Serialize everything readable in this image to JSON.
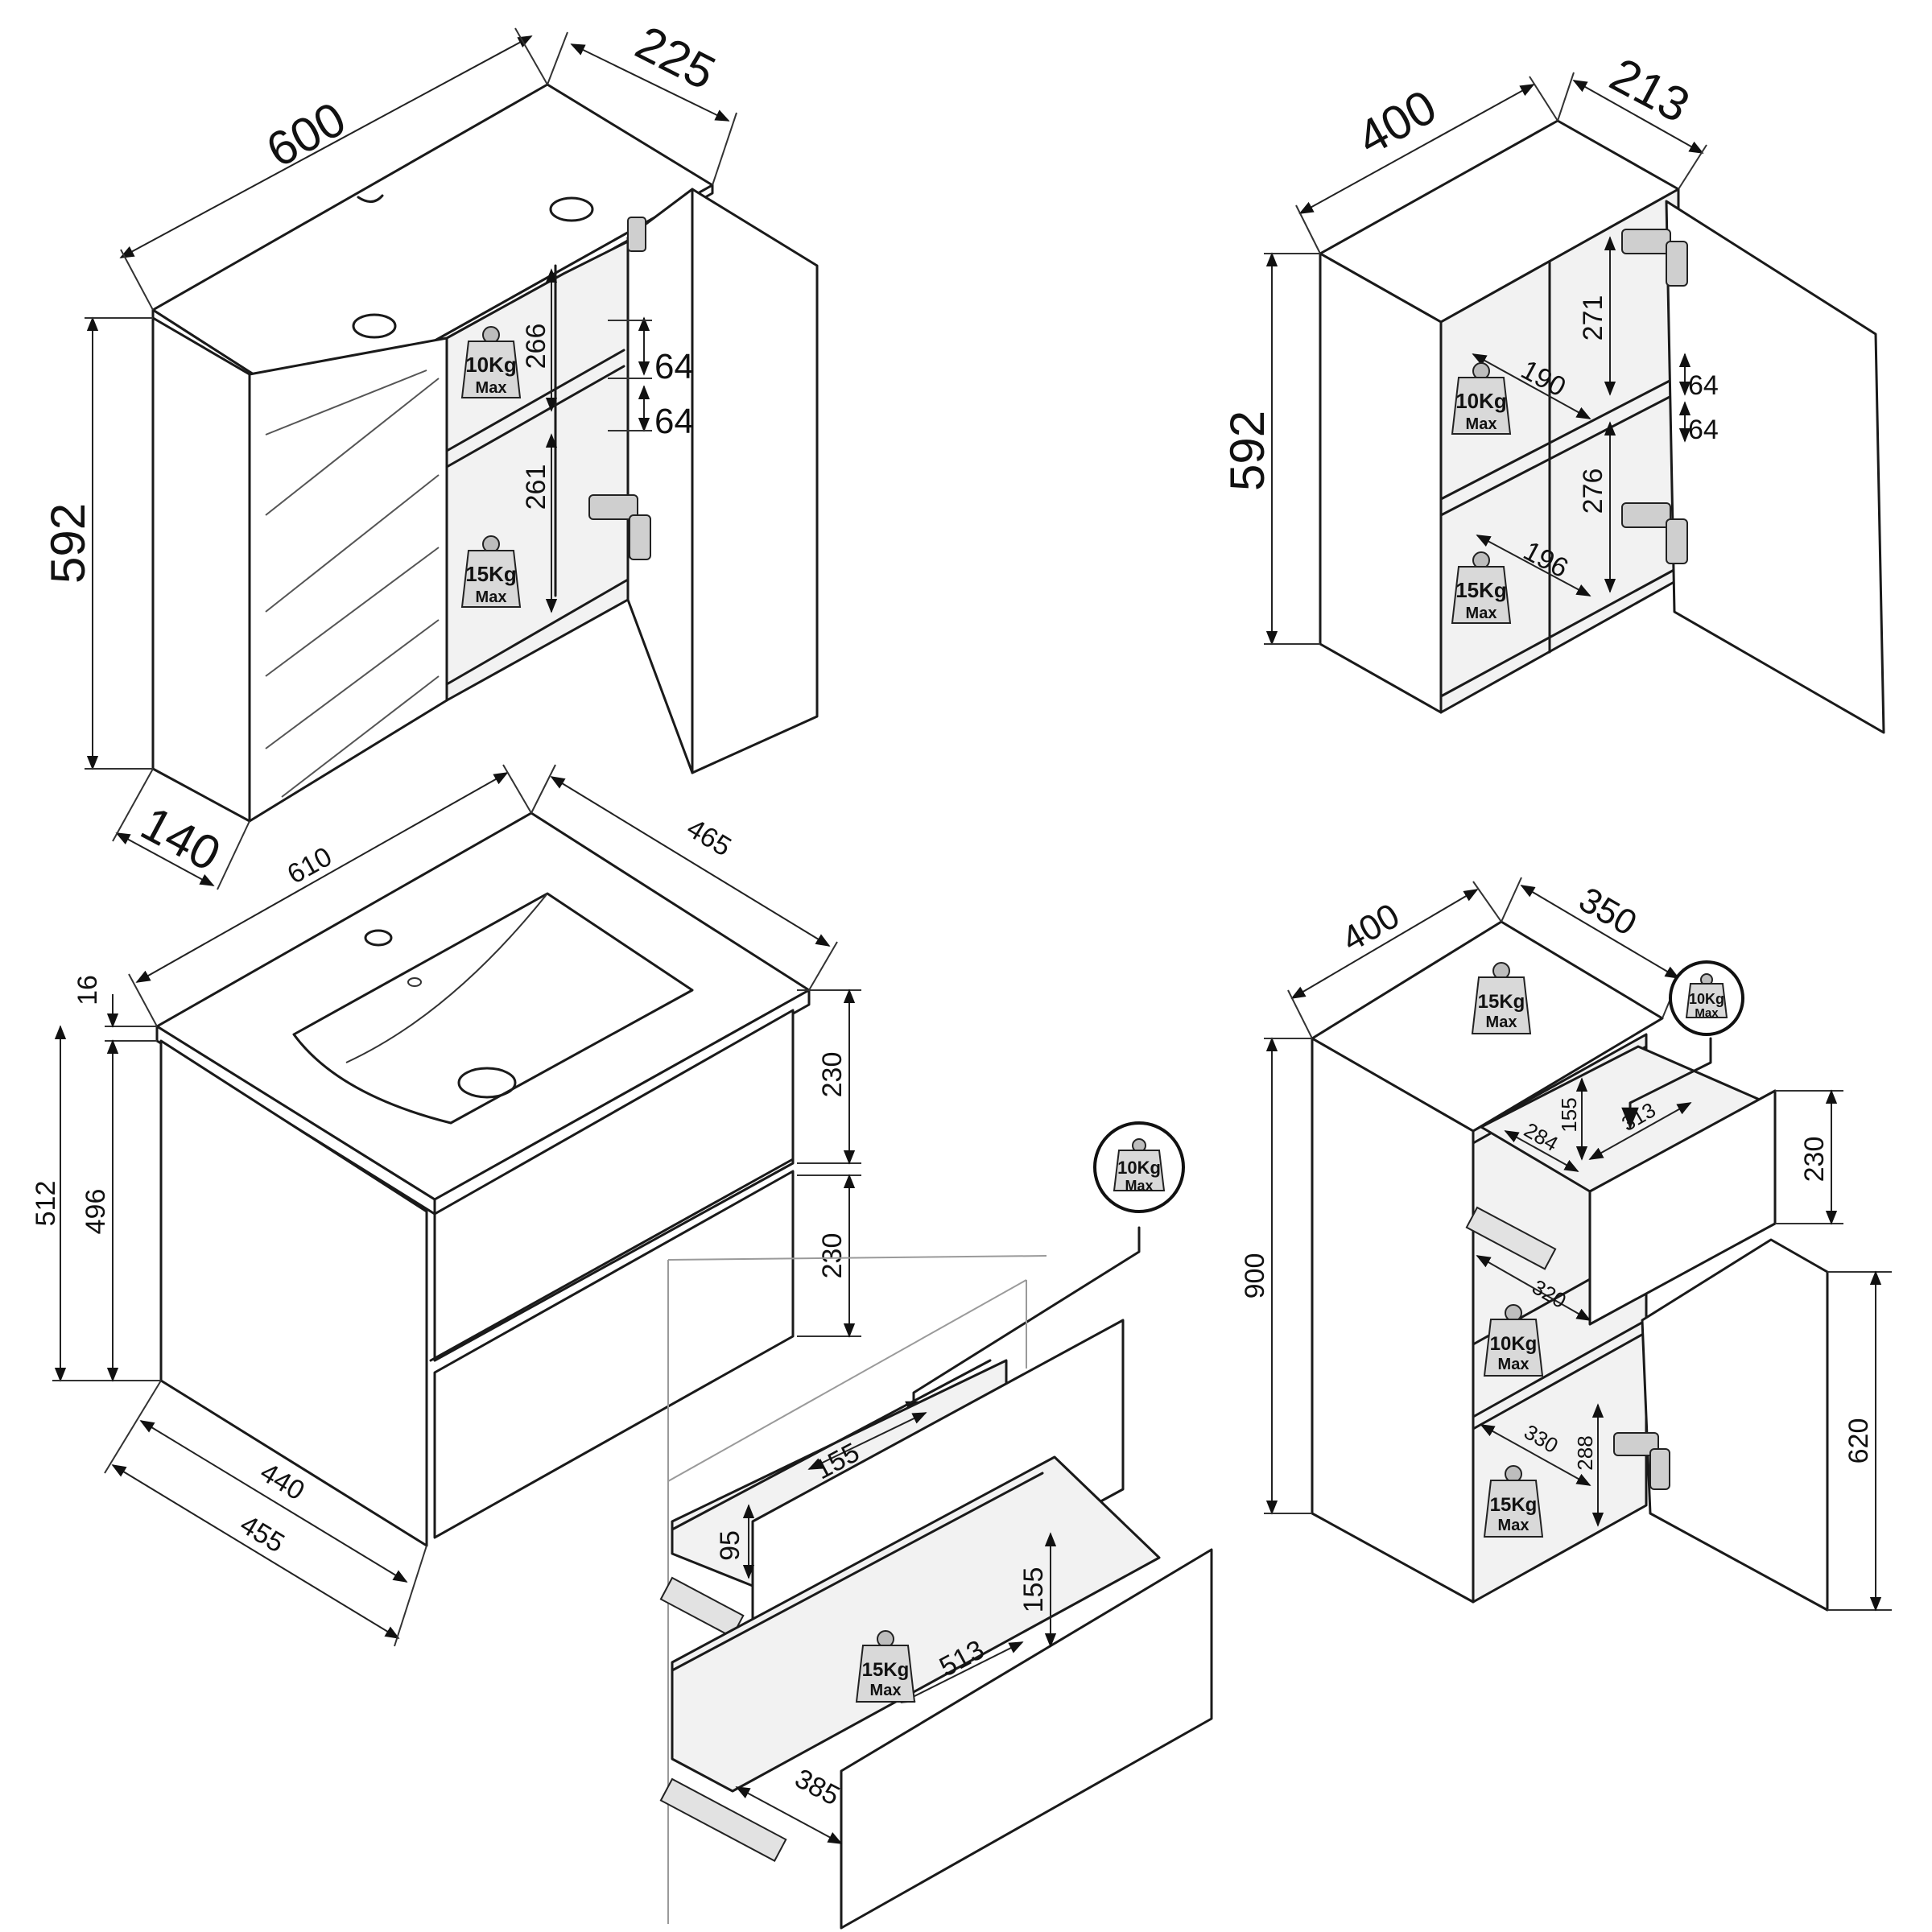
{
  "mirror_cabinet": {
    "width": "600",
    "depth_top": "225",
    "height": "592",
    "depth_bottom": "140",
    "shelf_upper_height": "266",
    "shelf_lower_height": "261",
    "shelf_adjust_1": "64",
    "shelf_adjust_2": "64",
    "weight_upper": {
      "value": "10",
      "unit": "Kg",
      "label": "Max"
    },
    "weight_lower": {
      "value": "15",
      "unit": "Kg",
      "label": "Max"
    }
  },
  "wall_cabinet": {
    "width": "400",
    "depth": "213",
    "height": "592",
    "upper_height": "271",
    "lower_height": "276",
    "upper_depth": "190",
    "lower_depth": "196",
    "shelf_adjust_1": "64",
    "shelf_adjust_2": "64",
    "weight_upper": {
      "value": "10",
      "unit": "Kg",
      "label": "Max"
    },
    "weight_lower": {
      "value": "15",
      "unit": "Kg",
      "label": "Max"
    }
  },
  "vanity": {
    "top_width": "610",
    "top_depth": "465",
    "top_thickness": "16",
    "total_height": "512",
    "body_height": "496",
    "drawer_upper_height": "230",
    "drawer_lower_height": "230",
    "body_depth_inner": "440",
    "body_depth_outer": "455",
    "weight_upper": {
      "value": "10",
      "unit": "Kg",
      "label": "Max"
    }
  },
  "vanity_drawers": {
    "upper_inner_depth": "155",
    "upper_inner_height": "95",
    "lower_inner_height": "155",
    "lower_inner_width": "513",
    "lower_inner_depth": "385",
    "weight_lower": {
      "value": "15",
      "unit": "Kg",
      "label": "Max"
    }
  },
  "tall_cabinet": {
    "width": "400",
    "depth": "350",
    "height": "900",
    "drawer_height": "230",
    "door_height": "620",
    "drawer_inner_height": "155",
    "drawer_inner_depth": "284",
    "drawer_inner_width": "313",
    "shelf_depth_upper": "320",
    "shelf_depth_lower": "330",
    "lower_inner_height": "288",
    "weight_top": {
      "value": "15",
      "unit": "Kg",
      "label": "Max"
    },
    "weight_drawer": {
      "value": "10",
      "unit": "Kg",
      "label": "Max"
    },
    "weight_middle": {
      "value": "10",
      "unit": "Kg",
      "label": "Max"
    },
    "weight_bottom": {
      "value": "15",
      "unit": "Kg",
      "label": "Max"
    }
  }
}
